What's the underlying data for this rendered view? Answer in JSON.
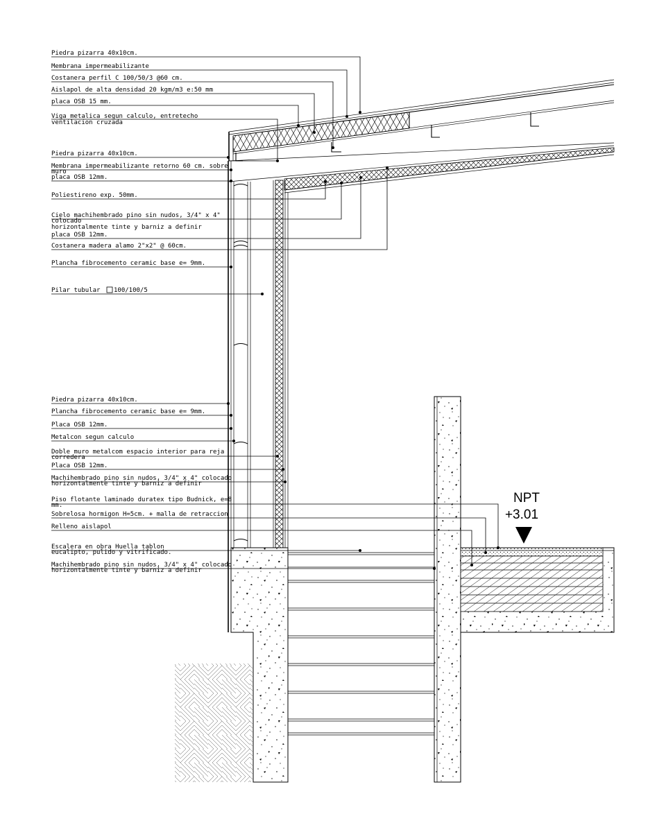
{
  "labels": [
    {
      "lines": [
        "Piedra pizarra 40x10cm."
      ]
    },
    {
      "lines": [
        "Membrana impermeabilizante"
      ]
    },
    {
      "lines": [
        "Costanera perfil C 100/50/3 @60 cm."
      ]
    },
    {
      "lines": [
        "Aislapol de alta densidad 20 kgm/m3 e:50 mm"
      ]
    },
    {
      "lines": [
        "placa OSB 15 mm."
      ]
    },
    {
      "lines": [
        "Viga metalica segun calculo, entretecho",
        "ventilacion cruzada"
      ]
    },
    {
      "lines": [
        "Piedra pizarra 40x10cm."
      ]
    },
    {
      "lines": [
        "Membrana impermeabilizante retorno 60 cm. sobre",
        "muro",
        "placa OSB 12mm."
      ]
    },
    {
      "lines": [
        "Poliestireno exp. 50mm."
      ]
    },
    {
      "lines": [
        "Cielo machihembrado pino sin nudos, 3/4\" x 4\"",
        "colocado",
        "horizontalmente tinte y barniz a definir",
        "placa OSB 12mm."
      ]
    },
    {
      "lines": [
        "Costanera madera alamo 2\"x2\" @ 60cm."
      ]
    },
    {
      "lines": [
        "Plancha fibrocemento ceramic base e= 9mm."
      ]
    },
    {
      "lines": [
        "Pilar tubular",
        "100/100/5"
      ]
    },
    {
      "lines": [
        "Piedra pizarra 40x10cm."
      ]
    },
    {
      "lines": [
        "Plancha fibrocemento ceramic base e= 9mm."
      ]
    },
    {
      "lines": [
        "Placa OSB 12mm."
      ]
    },
    {
      "lines": [
        "Metalcon segun calculo"
      ]
    },
    {
      "lines": [
        "Doble muro metalcom espacio interior para reja",
        "corredera",
        "Placa OSB 12mm."
      ]
    },
    {
      "lines": [
        "Machihembrado pino sin nudos, 3/4\" x 4\" colocado",
        "horizontalmente tinte y barniz a definir"
      ]
    },
    {
      "lines": [
        "Piso flotante laminado duratex tipo Budnick, e=8",
        "mm."
      ]
    },
    {
      "lines": [
        "Sobrelosa hormigon H=5cm. +  malla de retraccion"
      ]
    },
    {
      "lines": [
        "Relleno aislapol"
      ]
    },
    {
      "lines": [
        "Escalera en obra Huella tablon",
        "eucalipto, pulido y vitrificado."
      ]
    },
    {
      "lines": [
        "Machihembrado pino sin nudos, 3/4\" x 4\" colocado",
        "horizontalmente tinte y barniz a definir"
      ]
    }
  ],
  "level_marker": {
    "name": "NPT",
    "value": "+3.01"
  }
}
